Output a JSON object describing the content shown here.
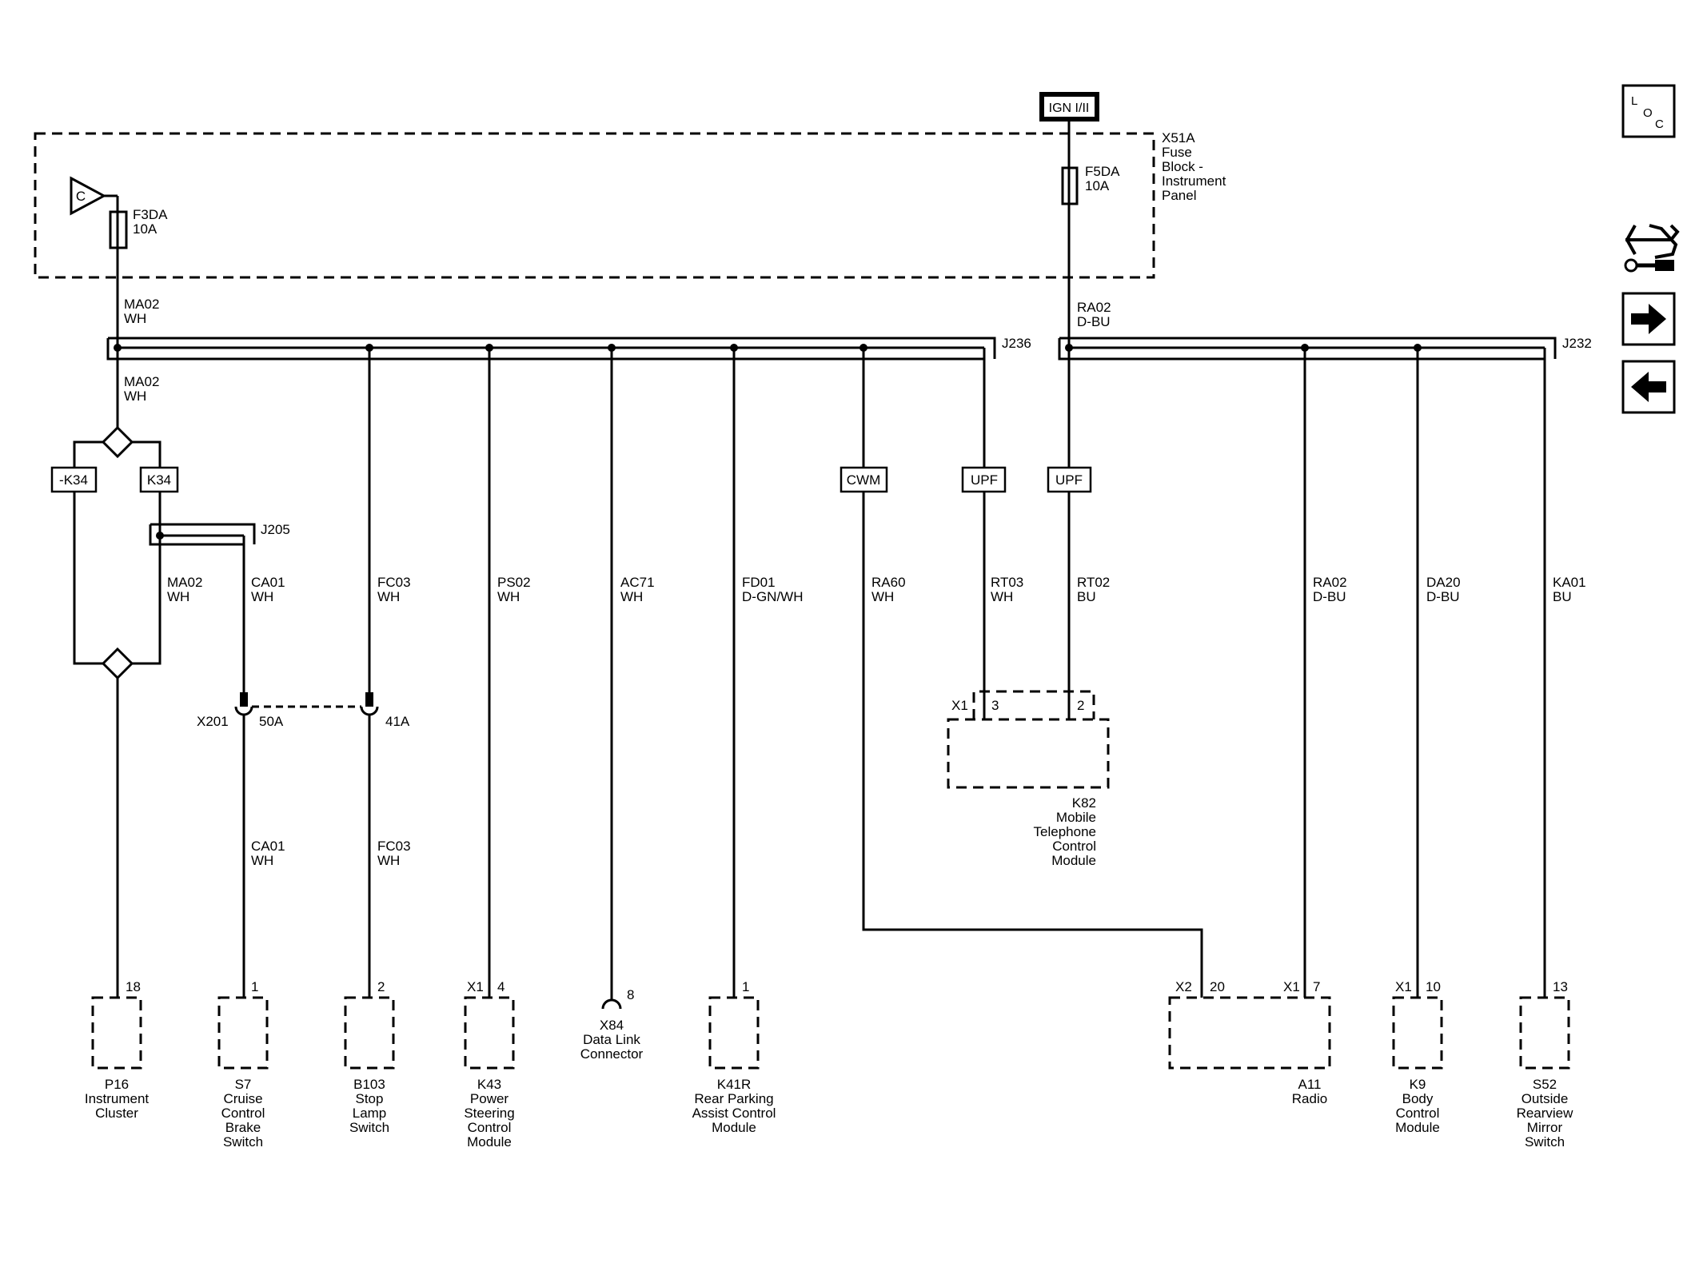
{
  "power_source": {
    "label": "IGN I/II"
  },
  "fuse_block": {
    "lines": [
      "X51A",
      "Fuse",
      "Block -",
      "Instrument",
      "Panel"
    ]
  },
  "fuse_f3da": {
    "name": "F3DA",
    "rating": "10A"
  },
  "fuse_f5da": {
    "name": "F5DA",
    "rating": "10A"
  },
  "source_c": {
    "label": "C"
  },
  "splices": {
    "j236": "J236",
    "j232": "J232",
    "j205": "J205"
  },
  "wires": {
    "ma02_top": [
      "MA02",
      "WH"
    ],
    "ma02_mid": [
      "MA02",
      "WH"
    ],
    "ma02_low": [
      "MA02",
      "WH"
    ],
    "ra02_top": [
      "RA02",
      "D-BU"
    ],
    "ca01_up": [
      "CA01",
      "WH"
    ],
    "fc03_up": [
      "FC03",
      "WH"
    ],
    "ps02": [
      "PS02",
      "WH"
    ],
    "ac71": [
      "AC71",
      "WH"
    ],
    "fd01": [
      "FD01",
      "D-GN/WH"
    ],
    "ra60": [
      "RA60",
      "WH"
    ],
    "rt03": [
      "RT03",
      "WH"
    ],
    "rt02": [
      "RT02",
      "BU"
    ],
    "ra02_low": [
      "RA02",
      "D-BU"
    ],
    "da20": [
      "DA20",
      "D-BU"
    ],
    "ka01": [
      "KA01",
      "BU"
    ],
    "ca01_down": [
      "CA01",
      "WH"
    ],
    "fc03_down": [
      "FC03",
      "WH"
    ]
  },
  "option_tags": {
    "neg_k34": "-K34",
    "k34": "K34",
    "cwm": "CWM",
    "upf1": "UPF",
    "upf2": "UPF"
  },
  "inline_connector": {
    "name": "X201",
    "pin_a": "50A",
    "pin_b": "41A"
  },
  "k82": {
    "connector": "X1",
    "pin_a": "3",
    "pin_b": "2",
    "lines": [
      "K82",
      "Mobile",
      "Telephone",
      "Control",
      "Module"
    ]
  },
  "components": {
    "p16": {
      "pin": "18",
      "connector": "",
      "lines": [
        "P16",
        "Instrument",
        "Cluster"
      ]
    },
    "s7": {
      "pin": "1",
      "connector": "",
      "lines": [
        "S7",
        "Cruise",
        "Control",
        "Brake",
        "Switch"
      ]
    },
    "b103": {
      "pin": "2",
      "connector": "",
      "lines": [
        "B103",
        "Stop",
        "Lamp",
        "Switch"
      ]
    },
    "k43": {
      "pin": "4",
      "connector": "X1",
      "lines": [
        "K43",
        "Power",
        "Steering",
        "Control",
        "Module"
      ]
    },
    "x84": {
      "pin": "8",
      "lines": [
        "X84",
        "Data Link",
        "Connector"
      ]
    },
    "k41r": {
      "pin": "1",
      "connector": "",
      "lines": [
        "K41R",
        "Rear Parking",
        "Assist Control",
        "Module"
      ]
    },
    "a11": {
      "pin_a": "20",
      "connector_a": "X2",
      "pin_b": "7",
      "connector_b": "X1",
      "lines": [
        "A11",
        "Radio"
      ]
    },
    "k9": {
      "pin": "10",
      "connector": "X1",
      "lines": [
        "K9",
        "Body",
        "Control",
        "Module"
      ]
    },
    "s52": {
      "pin": "13",
      "connector": "",
      "lines": [
        "S52",
        "Outside",
        "Rearview",
        "Mirror",
        "Switch"
      ]
    }
  },
  "side_icons": {
    "loc_letters": [
      "L",
      "O",
      "C"
    ],
    "service_icon": "service-icon",
    "next_icon": "arrow-right-icon",
    "prev_icon": "arrow-left-icon"
  }
}
